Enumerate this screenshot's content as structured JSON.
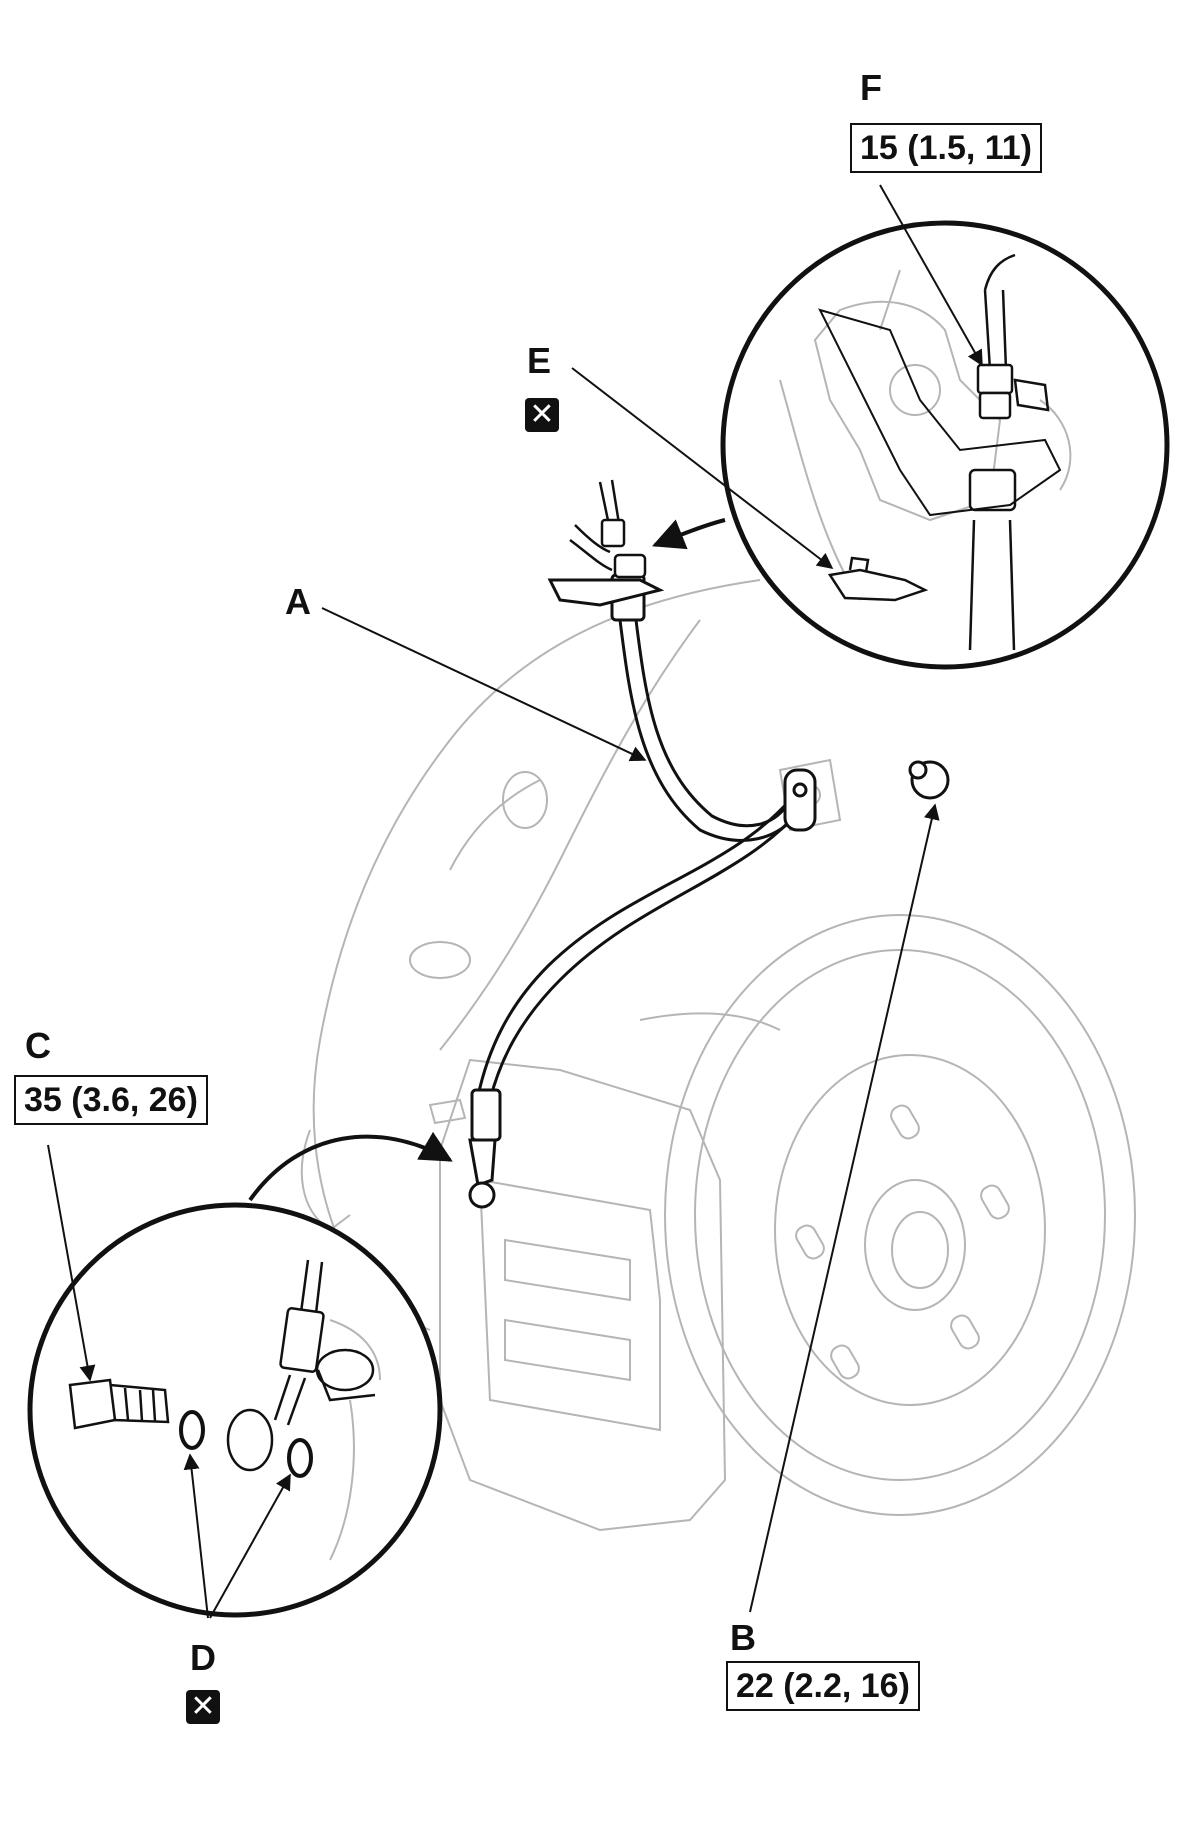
{
  "labels": {
    "a": "A",
    "b": "B",
    "c": "C",
    "d": "D",
    "e": "E",
    "f": "F"
  },
  "torque": {
    "b": "22 (2.2, 16)",
    "c": "35 (3.6, 26)",
    "f": "15 (1.5, 11)"
  },
  "icons": {
    "replace": "x-box-icon",
    "replace_glyph": "✕"
  },
  "colors": {
    "line": "#111111",
    "light_line": "#b5b5b5",
    "background": "#ffffff"
  }
}
